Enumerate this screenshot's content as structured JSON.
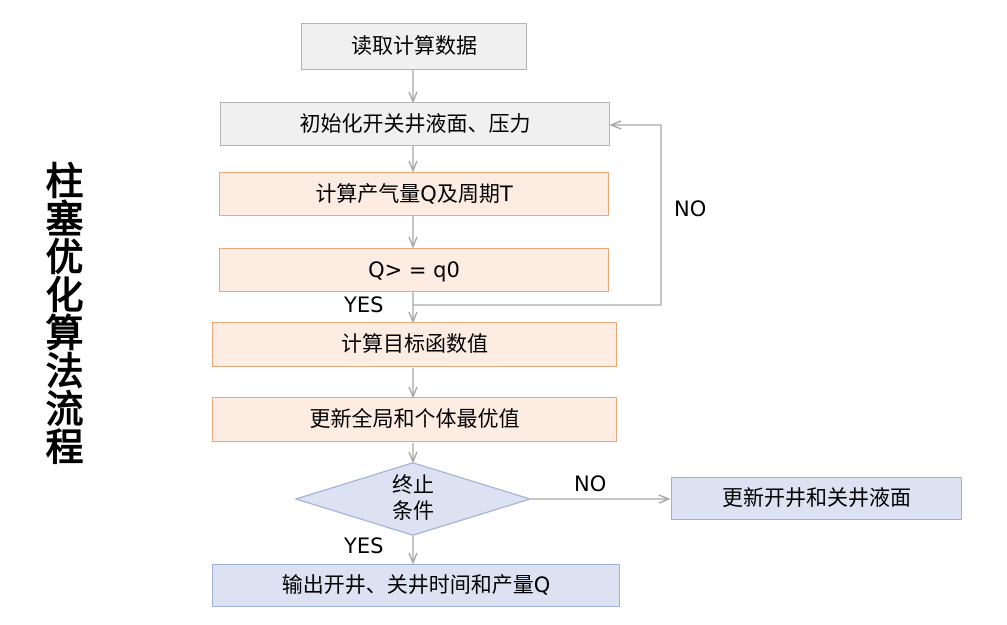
{
  "diagram": {
    "title_vertical": "柱塞优化算法流程",
    "nodes": [
      {
        "id": "read-data",
        "label": "读取计算数据",
        "shape": "rect",
        "style": "gray"
      },
      {
        "id": "init",
        "label": "初始化开关井液面、压力",
        "shape": "rect",
        "style": "gray"
      },
      {
        "id": "calc-q-t",
        "label": "计算产气量Q及周期T",
        "shape": "rect",
        "style": "orange"
      },
      {
        "id": "compare-q",
        "label": "Q> = q0",
        "shape": "rect",
        "style": "orange"
      },
      {
        "id": "calc-objective",
        "label": "计算目标函数值",
        "shape": "rect",
        "style": "orange"
      },
      {
        "id": "update-best",
        "label": "更新全局和个体最优值",
        "shape": "rect",
        "style": "orange"
      },
      {
        "id": "stop-condition",
        "label_line1": "终止",
        "label_line2": "条件",
        "shape": "diamond",
        "style": "blue"
      },
      {
        "id": "update-levels",
        "label": "更新开井和关井液面",
        "shape": "rect",
        "style": "blue"
      },
      {
        "id": "output",
        "label": "输出开井、关井时间和产量Q",
        "shape": "rect",
        "style": "blue"
      }
    ],
    "edge_labels": {
      "compare_yes": "YES",
      "compare_no": "NO",
      "stop_yes": "YES",
      "stop_no": "NO"
    },
    "colors": {
      "gray_fill": "#f0f0f0",
      "gray_border": "#b4b4b4",
      "orange_fill": "#fdece1",
      "orange_border": "#e8a87c",
      "blue_fill": "#dce2f2",
      "blue_border": "#9fb0d6",
      "connector": "#a6a6a6",
      "text": "#000000"
    }
  }
}
